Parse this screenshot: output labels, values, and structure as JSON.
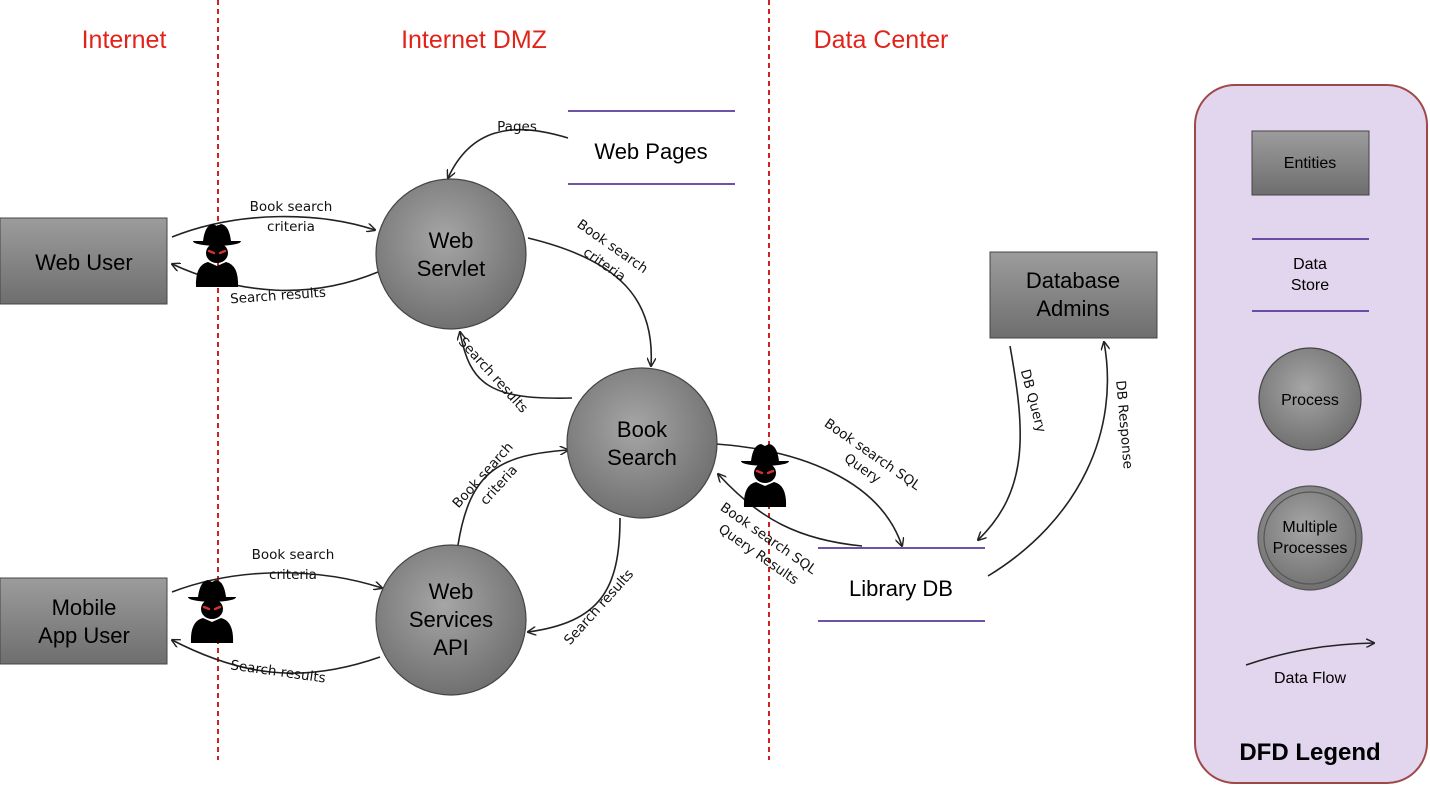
{
  "zones": {
    "internet": "Internet",
    "dmz": "Internet DMZ",
    "datacenter": "Data Center"
  },
  "entities": {
    "web_user": "Web User",
    "mobile_line1": "Mobile",
    "mobile_line2": "App User",
    "admins_line1": "Database",
    "admins_line2": "Admins"
  },
  "stores": {
    "web_pages": "Web Pages",
    "library_db": "Library DB"
  },
  "processes": {
    "servlet_line1": "Web",
    "servlet_line2": "Servlet",
    "search_line1": "Book",
    "search_line2": "Search",
    "api_line1": "Web",
    "api_line2": "Services",
    "api_line3": "API"
  },
  "flows": {
    "pages": "Pages",
    "book_search": "Book search",
    "criteria": "criteria",
    "search_results": "Search results",
    "sql_query_line1": "Book search SQL",
    "sql_query_line2": "Query",
    "sql_results_line1": "Book search SQL",
    "sql_results_line2": "Query Results",
    "db_query": "DB Query",
    "db_response": "DB Response"
  },
  "legend": {
    "entities": "Entities",
    "store_line1": "Data",
    "store_line2": "Store",
    "process": "Process",
    "multiple_line1": "Multiple",
    "multiple_line2": "Processes",
    "data_flow": "Data Flow",
    "title": "DFD Legend"
  },
  "colors": {
    "zone_label": "#e2231a",
    "boundary": "#cc2222",
    "store_line": "#5a3a9a",
    "legend_fill": "#e2d5ee",
    "legend_border": "#a04848"
  }
}
